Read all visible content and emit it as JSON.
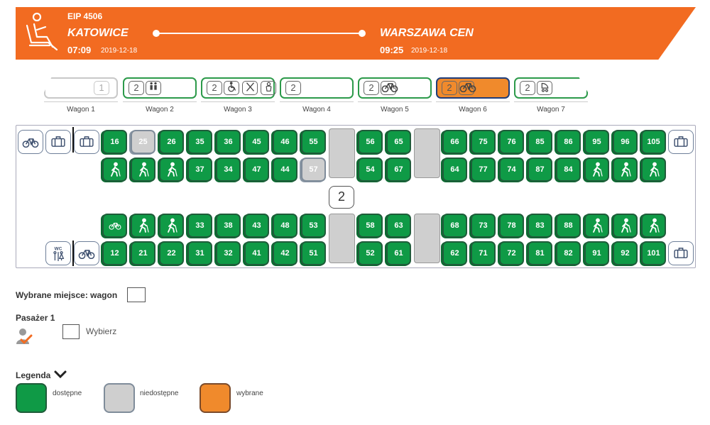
{
  "header": {
    "train_number": "EIP 4506",
    "from_city": "KATOWICE",
    "from_time": "07:09",
    "from_date": "2019-12-18",
    "to_city": "WARSZAWA CEN",
    "to_time": "09:25",
    "to_date": "2019-12-18"
  },
  "colors": {
    "brand_orange": "#f26b21",
    "available": "#0f9a46",
    "unavailable": "#cfcfcf",
    "selected": "#f08a2c"
  },
  "wagons": [
    {
      "label": "Wagon 1",
      "class": "1",
      "state": "disabled",
      "icons": []
    },
    {
      "label": "Wagon 2",
      "class": "2",
      "state": "available",
      "icons": [
        "family-icon"
      ]
    },
    {
      "label": "Wagon 3",
      "class": "2",
      "state": "available",
      "icons": [
        "wheelchair-icon",
        "restaurant-icon",
        "child-icon"
      ]
    },
    {
      "label": "Wagon 4",
      "class": "2",
      "state": "available",
      "icons": []
    },
    {
      "label": "Wagon 5",
      "class": "2",
      "state": "available",
      "icons": [
        "bicycle-icon"
      ]
    },
    {
      "label": "Wagon 6",
      "class": "2",
      "state": "selected",
      "icons": [
        "bicycle-icon"
      ]
    },
    {
      "label": "Wagon 7",
      "class": "2",
      "state": "available",
      "icons": [
        "stroller-icon"
      ]
    }
  ],
  "seat_map": {
    "class_marker": "2",
    "wc_label": "WC",
    "rows": [
      [
        "16",
        "25",
        "26",
        "35",
        "36",
        "45",
        "46",
        "55",
        "56",
        "65",
        "66",
        "75",
        "76",
        "85",
        "86",
        "95",
        "96",
        "105"
      ],
      [
        "",
        "",
        "",
        "37",
        "34",
        "47",
        "44",
        "57",
        "54",
        "67",
        "64",
        "77",
        "74",
        "87",
        "84",
        "",
        "",
        ""
      ],
      [
        "",
        "",
        "",
        "33",
        "38",
        "43",
        "48",
        "53",
        "58",
        "63",
        "68",
        "73",
        "78",
        "83",
        "88",
        "",
        "",
        ""
      ],
      [
        "12",
        "21",
        "22",
        "31",
        "32",
        "41",
        "42",
        "51",
        "52",
        "61",
        "62",
        "71",
        "72",
        "81",
        "82",
        "91",
        "92",
        "101"
      ]
    ],
    "unavailable_seats": [
      "25",
      "57"
    ]
  },
  "selection": {
    "label": "Wybrane miejsce: wagon",
    "value": ""
  },
  "passenger": {
    "label": "Pasażer 1",
    "choose_label": "Wybierz"
  },
  "legend": {
    "title": "Legenda",
    "available": "dostępne",
    "unavailable": "niedostępne",
    "selected": "wybrane"
  }
}
